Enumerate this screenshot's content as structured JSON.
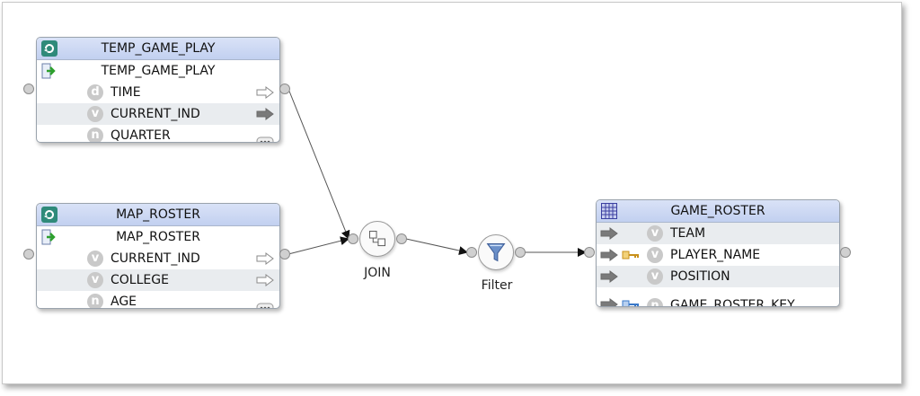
{
  "nodes": {
    "temp_game_play": {
      "title": "TEMP_GAME_PLAY",
      "header_row": "TEMP_GAME_PLAY",
      "rows": [
        {
          "badge": "d",
          "label": "TIME"
        },
        {
          "badge": "v",
          "label": "CURRENT_IND"
        },
        {
          "badge": "n",
          "label": "QUARTER"
        }
      ]
    },
    "map_roster": {
      "title": "MAP_ROSTER",
      "header_row": "MAP_ROSTER",
      "rows": [
        {
          "badge": "v",
          "label": "CURRENT_IND"
        },
        {
          "badge": "v",
          "label": "COLLEGE"
        },
        {
          "badge": "n",
          "label": "AGE"
        }
      ]
    },
    "game_roster": {
      "title": "GAME_ROSTER",
      "rows": [
        {
          "badge": "v",
          "label": "TEAM"
        },
        {
          "badge": "v",
          "label": "PLAYER_NAME"
        },
        {
          "badge": "v",
          "label": "POSITION"
        },
        {
          "badge": "n",
          "label": "GAME_ROSTER_KEY"
        }
      ]
    }
  },
  "operators": {
    "join": {
      "label": "JOIN",
      "icon": "join-icon"
    },
    "filter": {
      "label": "Filter",
      "icon": "filter-funnel-icon"
    }
  },
  "colors": {
    "title_bar": "#c9d6f2",
    "alt_row": "#e9ecef",
    "key_gold": "#c8901a",
    "key_blue": "#3a78c8",
    "arrow_gray": "#7a7a7a"
  }
}
